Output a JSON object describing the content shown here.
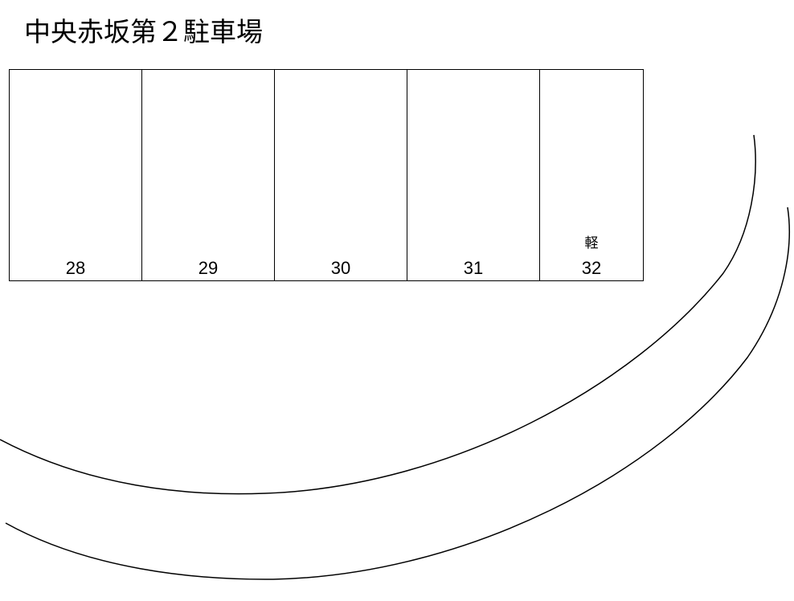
{
  "title": "中央赤坂第２駐車場",
  "stalls": [
    {
      "number": "28",
      "width": 165,
      "type": ""
    },
    {
      "number": "29",
      "width": 165,
      "type": ""
    },
    {
      "number": "30",
      "width": 165,
      "type": ""
    },
    {
      "number": "31",
      "width": 165,
      "type": ""
    },
    {
      "number": "32",
      "width": 129,
      "type": "軽"
    }
  ],
  "road": {
    "stroke_color": "#000000",
    "curves": [
      "inner-road-edge",
      "outer-road-edge"
    ]
  }
}
